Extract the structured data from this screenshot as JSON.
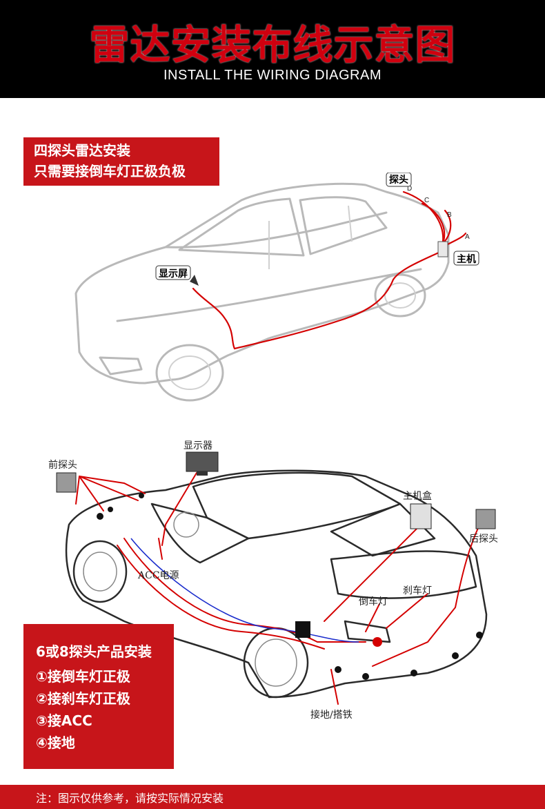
{
  "header": {
    "title": "雷达安装布线示意图",
    "subtitle": "INSTALL THE WIRING DIAGRAM"
  },
  "section1": {
    "box_line1": "四探头雷达安装",
    "box_line2": "只需要接倒车灯正极负极",
    "label_display": "显示屏",
    "label_probe": "探头",
    "label_host": "主机",
    "probe_letters": [
      "D",
      "C",
      "B",
      "A"
    ]
  },
  "section2": {
    "label_front_probe": "前探头",
    "label_monitor": "显示器",
    "label_host_box": "主机盒",
    "label_rear_probe": "后探头",
    "label_acc": "ACC电源",
    "label_reverse_light": "倒车灯",
    "label_brake_light": "刹车灯",
    "label_ground": "接地/搭铁",
    "box_title": "6或8探头产品安装",
    "box_items": [
      "①接倒车灯正极",
      "②接刹车灯正极",
      "③接ACC",
      "④接地"
    ]
  },
  "footer": {
    "note": "注：图示仅供参考，请按实际情况安装"
  },
  "colors": {
    "accent_red": "#c7151a",
    "wire_red": "#d40000",
    "header_bg": "#000000"
  }
}
